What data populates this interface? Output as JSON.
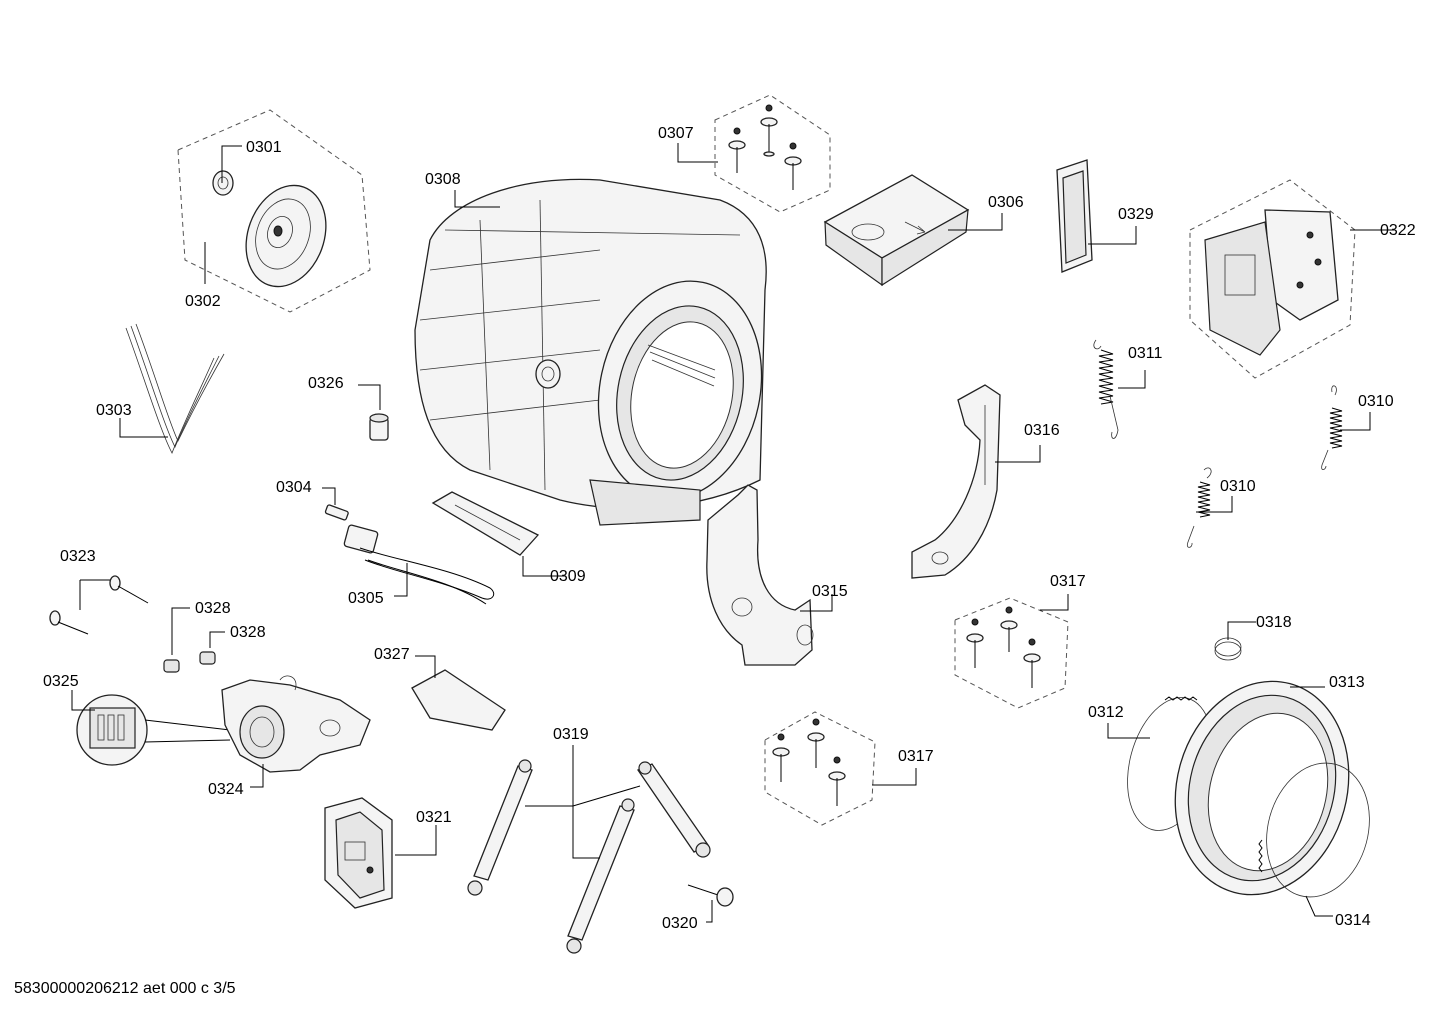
{
  "labels": {
    "p0301": "0301",
    "p0302": "0302",
    "p0303": "0303",
    "p0304": "0304",
    "p0305": "0305",
    "p0306": "0306",
    "p0307": "0307",
    "p0308": "0308",
    "p0309": "0309",
    "p0310a": "0310",
    "p0310b": "0310",
    "p0311": "0311",
    "p0312": "0312",
    "p0313": "0313",
    "p0314": "0314",
    "p0315": "0315",
    "p0316": "0316",
    "p0317a": "0317",
    "p0317b": "0317",
    "p0318": "0318",
    "p0319": "0319",
    "p0320": "0320",
    "p0321": "0321",
    "p0322": "0322",
    "p0323": "0323",
    "p0324": "0324",
    "p0325": "0325",
    "p0326": "0326",
    "p0327": "0327",
    "p0328a": "0328",
    "p0328b": "0328",
    "p0329": "0329"
  },
  "footer": "58300000206212 aet 000 c 3/5"
}
